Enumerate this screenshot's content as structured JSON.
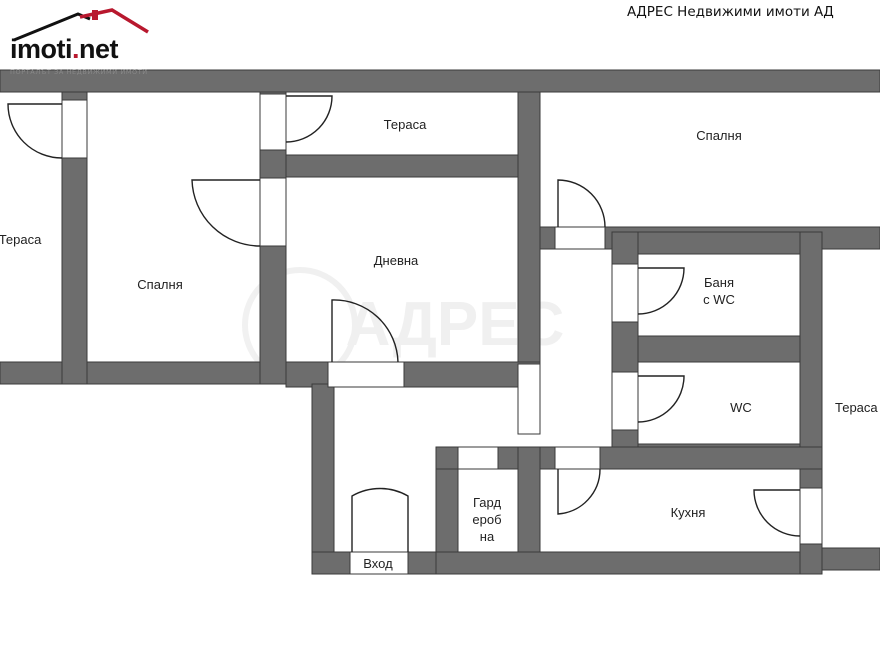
{
  "header": {
    "logo_name": "imoti",
    "logo_dot": ".",
    "logo_tld": "net",
    "logo_tagline": "ПОРТАЛЪТ ЗА НЕДВИЖИМИ ИМОТИ",
    "agency": "АДРЕС Недвижими имоти АД"
  },
  "watermark": {
    "text": "АДРЕС"
  },
  "colors": {
    "wall": "#6d6d6d",
    "wall_edge": "#3a3a3a",
    "accent": "#b8182e"
  },
  "rooms": {
    "terrace_left": "Тераса",
    "bedroom_left": "Спалня",
    "terrace_top": "Тераса",
    "living": "Дневна",
    "bedroom_right": "Спалня",
    "bath_line1": "Баня",
    "bath_line2": "с WC",
    "wc": "WC",
    "terrace_right": "Тераса",
    "wardrobe_line1": "Гард",
    "wardrobe_line2": "ероб",
    "wardrobe_line3": "на",
    "kitchen": "Кухня",
    "entrance": "Вход"
  }
}
